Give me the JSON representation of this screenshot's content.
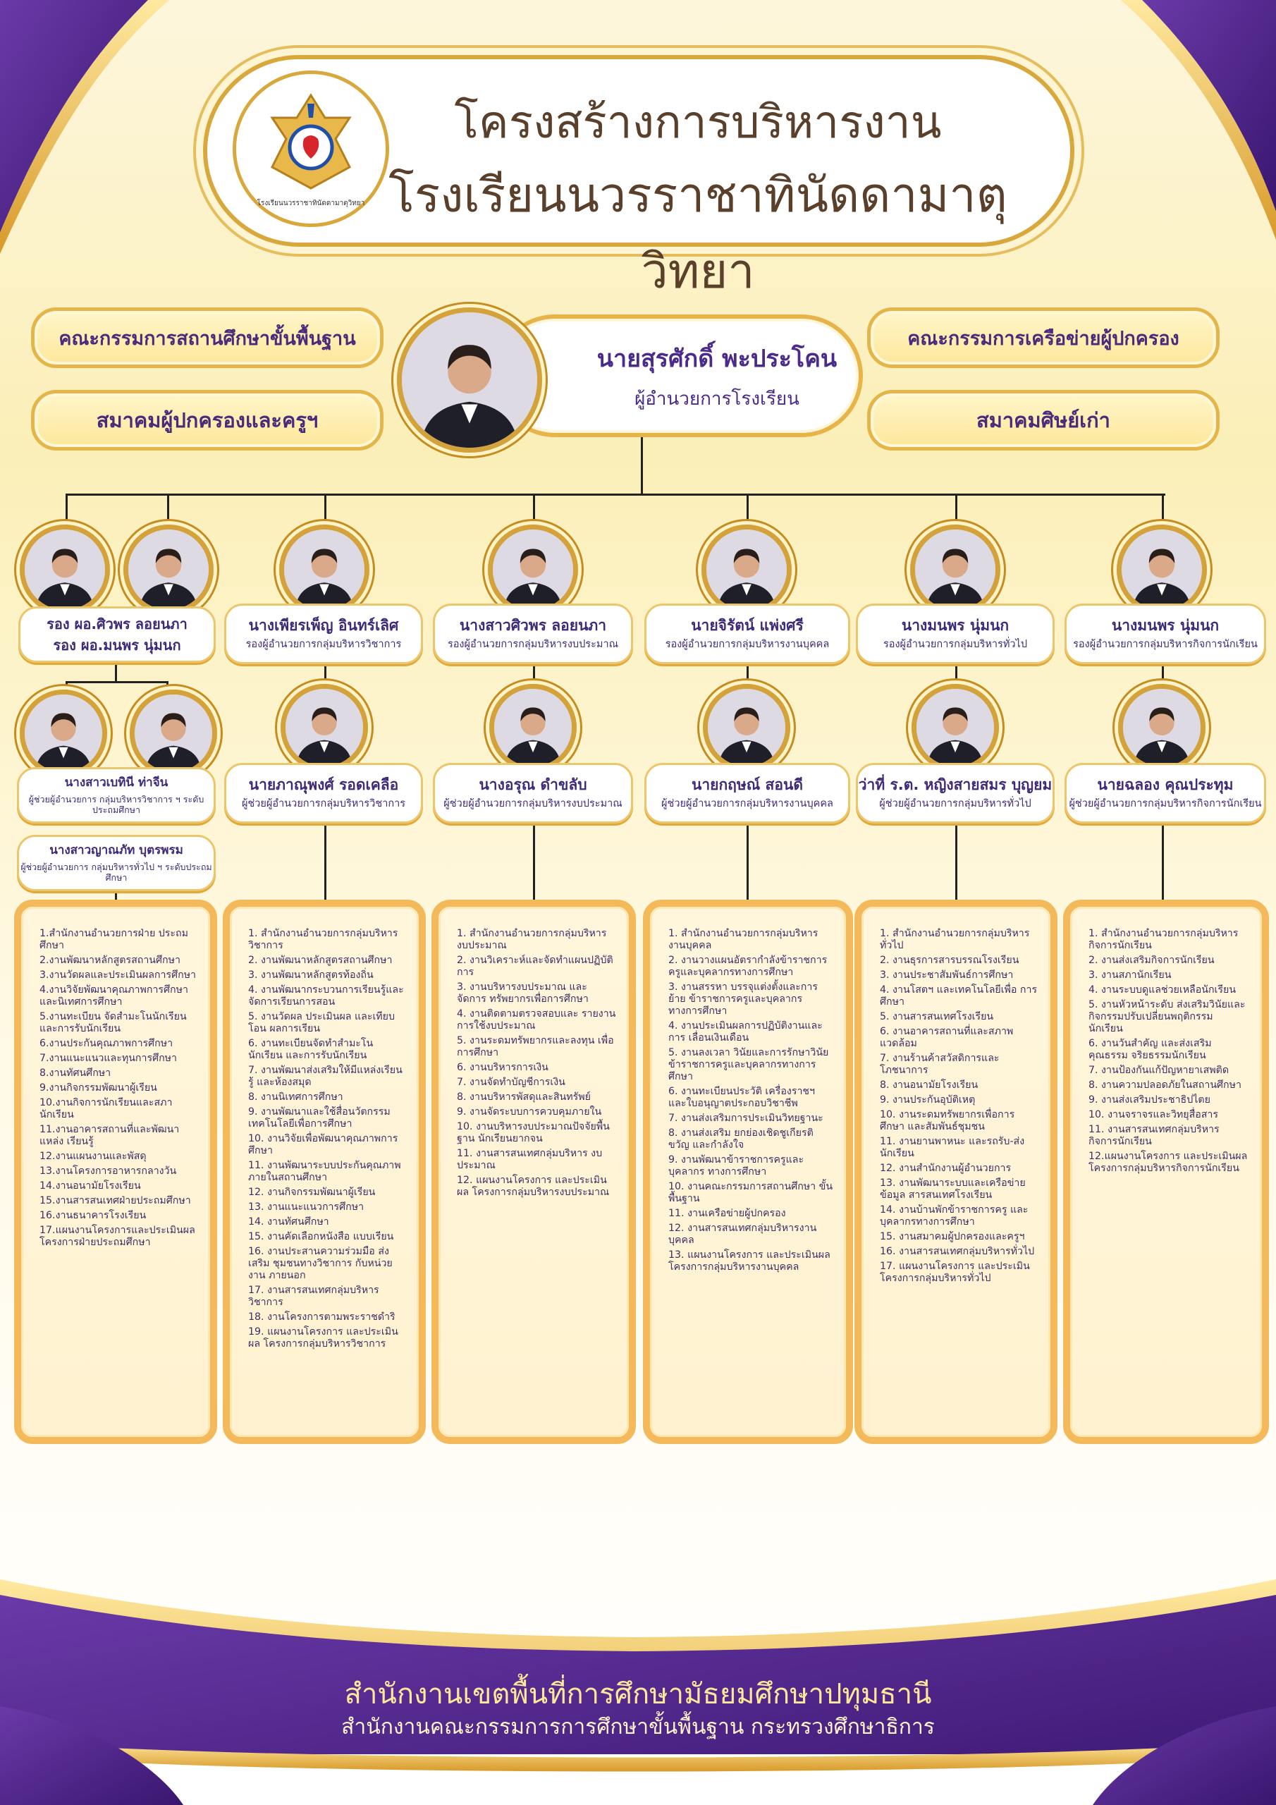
{
  "header": {
    "title_line1": "โครงสร้างการบริหารงาน",
    "title_line2": "โรงเรียนนวรราชาทินัดดามาตุวิทยา",
    "logo_text": "โรงเรียนนวรราชาทินัดดามาตุวิทยา"
  },
  "side_boxes": {
    "top_left": "คณะกรรมการสถานศึกษาขั้นพื้นฐาน",
    "bottom_left": "สมาคมผู้ปกครองและครูฯ",
    "top_right": "คณะกรรมการเครือข่ายผู้ปกครอง",
    "bottom_right": "สมาคมศิษย์เก่า"
  },
  "director": {
    "name": "นายสุรศักดิ์   พะประโคน",
    "role": "ผู้อำนวยการโรงเรียน"
  },
  "deputies": [
    {
      "name1": "รอง ผอ.ศิวพร   ลอยนภา",
      "name2": "รอง ผอ.มนพร   นุ่มนก"
    },
    {
      "name": "นางเพียรเพ็ญ อินทร์เลิศ",
      "role": "รองผู้อำนวยการกลุ่มบริหารวิชาการ"
    },
    {
      "name": "นางสาวศิวพร ลอยนภา",
      "role": "รองผู้อำนวยการกลุ่มบริหารงบประมาณ"
    },
    {
      "name": "นายจิรัตน์   แพ่งศรี",
      "role": "รองผู้อำนวยการกลุ่มบริหารงานบุคคล"
    },
    {
      "name": "นางมนพร   นุ่มนก",
      "role": "รองผู้อำนวยการกลุ่มบริหารทั่วไป"
    },
    {
      "name": "นางมนพร   นุ่มนก",
      "role": "รองผู้อำนวยการกลุ่มบริหารกิจการนักเรียน"
    }
  ],
  "assistants": [
    {
      "name": "นางสาวเบทินี ท่าจีน",
      "role": "ผู้ช่วยผู้อำนวยการ กลุ่มบริหารวิชาการ ฯ ระดับประถมศึกษา"
    },
    {
      "name": "นางสาวญาณภัท   บุตรพรม",
      "role": "ผู้ช่วยผู้อำนวยการ กลุ่มบริหารทั่วไป ฯ ระดับประถมศึกษา"
    },
    {
      "name": "นายภาณุพงศ์ รอดเคลือ",
      "role": "ผู้ช่วยผู้อำนวยการกลุ่มบริหารวิชาการ"
    },
    {
      "name": "นางอรุณ ดำขลับ",
      "role": "ผู้ช่วยผู้อำนวยการกลุ่มบริหารงบประมาณ"
    },
    {
      "name": "นายกฤษณ์   สอนดี",
      "role": "ผู้ช่วยผู้อำนวยการกลุ่มบริหารงานบุคคล"
    },
    {
      "name": "ว่าที่ ร.ต. หญิงสายสมร บุญยม",
      "role": "ผู้ช่วยผู้อำนวยการกลุ่มบริหารทั่วไป"
    },
    {
      "name": "นายฉลอง  คุณประทุม",
      "role": "ผู้ช่วยผู้อำนวยการกลุ่มบริหารกิจการนักเรียน"
    }
  ],
  "duties": [
    [
      "1.สำนักงานอำนวยการฝ่าย ประถมศึกษา",
      "2.งานพัฒนาหลักสูตรสถานศึกษา",
      "3.งานวัดผลและประเมินผลการศึกษา",
      "4.งานวิจัยพัฒนาคุณภาพการศึกษา และนิเทศการศึกษา",
      "5.งานทะเบียน จัดสำมะโนนักเรียน และการรับนักเรียน",
      "6.งานประกันคุณภาพการศึกษา",
      "7.งานแนะแนวและทุนการศึกษา",
      "8.งานทัศนศึกษา",
      "9.งานกิจกรรมพัฒนาผู้เรียน",
      "10.งานกิจการนักเรียนและสภา นักเรียน",
      "11.งานอาคารสถานที่และพัฒนาแหล่ง เรียนรู้",
      "12.งานแผนงานและพัสดุ",
      "13.งานโครงการอาหารกลางวัน",
      "14.งานอนามัยโรงเรียน",
      "15.งานสารสนเทศฝ่ายประถมศึกษา",
      "16.งานธนาคารโรงเรียน",
      "17.แผนงานโครงการและประเมินผล โครงการฝ่ายประถมศึกษา"
    ],
    [
      "1. สำนักงานอำนวยการกลุ่มบริหาร วิชาการ",
      "2. งานพัฒนาหลักสูตรสถานศึกษา",
      "3. งานพัฒนาหลักสูตรท้องถิ่น",
      "4. งานพัฒนากระบวนการเรียนรู้และ จัดการเรียนการสอน",
      "5. งานวัดผล ประเมินผล และเทียบโอน ผลการเรียน",
      "6. งานทะเบียนจัดทำสำมะโนนักเรียน และการรับนักเรียน",
      "7. งานพัฒนาส่งเสริมให้มีแหล่งเรียนรู้ และห้องสมุด",
      "8. งานนิเทศการศึกษา",
      "9. งานพัฒนาและใช้สื่อนวัตกรรม เทคโนโลยีเพื่อการศึกษา",
      "10. งานวิจัยเพื่อพัฒนาคุณภาพการศึกษา",
      "11. งานพัฒนาระบบประกันคุณภาพ ภายในสถานศึกษา",
      "12. งานกิจกรรมพัฒนาผู้เรียน",
      "13. งานแนะแนวการศึกษา",
      "14. งานทัศนศึกษา",
      "15. งานคัดเลือกหนังสือ แบบเรียน",
      "16. งานประสานความร่วมมือ ส่งเสริม ชุมชนทางวิชาการ กับหน่วยงาน ภายนอก",
      "17. งานสารสนเทศกลุ่มบริหารวิชาการ",
      "18. งานโครงการตามพระราชดำริ",
      "19. แผนงานโครงการ และประเมินผล โครงการกลุ่มบริหารวิชาการ"
    ],
    [
      "1. สำนักงานอำนวยการกลุ่มบริหาร งบประมาณ",
      "2. งานวิเคราะห์และจัดทำแผนปฏิบัติการ",
      "3. งานบริหารงบประมาณ และจัดการ ทรัพยากรเพื่อการศึกษา",
      "4. งานติดตามตรวจสอบและ รายงานการใช้งบประมาณ",
      "5. งานระดมทรัพยากรและลงทุน เพื่อการศึกษา",
      "6. งานบริหารการเงิน",
      "7. งานจัดทำบัญชีการเงิน",
      "8. งานบริหารพัสดุและสินทรัพย์",
      "9. งานจัดระบบการควบคุมภายใน",
      "10. งานบริหารงบประมาณปัจจัยพื้นฐาน นักเรียนยากจน",
      "11. งานสารสนเทศกลุ่มบริหาร งบประมาณ",
      "12. แผนงานโครงการ และประเมินผล โครงการกลุ่มบริหารงบประมาณ"
    ],
    [
      "1. สำนักงานอำนวยการกลุ่มบริหาร งานบุคคล",
      "2. งานวางแผนอัตรากำลังข้าราชการ ครูและบุคลากรทางการศึกษา",
      "3. งานสรรหา บรรจุแต่งตั้งและการย้าย ข้าราชการครูและบุคลากรทางการศึกษา",
      "4. งานประเมินผลการปฏิบัติงานและการ เลื่อนเงินเดือน",
      "5. งานลงเวลา วินัยและการรักษาวินัย ข้าราชการครูและบุคลากรทางการศึกษา",
      "6. งานทะเบียนประวัติ เครื่องราชฯ และใบอนุญาตประกอบวิชาชีพ",
      "7. งานส่งเสริมการประเมินวิทยฐานะ",
      "8. งานส่งเสริม ยกย่องเชิดชูเกียรติ ขวัญ และกำลังใจ",
      "9. งานพัฒนาข้าราชการครูและบุคลากร ทางการศึกษา",
      "10. งานคณะกรรมการสถานศึกษา ขั้นพื้นฐาน",
      "11. งานเครือข่ายผู้ปกครอง",
      "12. งานสารสนเทศกลุ่มบริหารงานบุคคล",
      "13. แผนงานโครงการ และประเมินผล โครงการกลุ่มบริหารงานบุคคล"
    ],
    [
      "1. สำนักงานอำนวยการกลุ่มบริหารทั่วไป",
      "2. งานธุรการสารบรรณโรงเรียน",
      "3. งานประชาสัมพันธ์การศึกษา",
      "4. งานโสตฯ และเทคโนโลยีเพื่อ การศึกษา",
      "5. งานสารสนเทศโรงเรียน",
      "6. งานอาคารสถานที่และสภาพแวดล้อม",
      "7. งานร้านค้าสวัสดิการและโภชนาการ",
      "8. งานอนามัยโรงเรียน",
      "9. งานประกันอุบัติเหตุ",
      "10. งานระดมทรัพยากรเพื่อการศึกษา และสัมพันธ์ชุมชน",
      "11. งานยานพาหนะ และรถรับ-ส่ง นักเรียน",
      "12. งานสำนักงานผู้อำนวยการ",
      "13. งานพัฒนาระบบและเครือข่ายข้อมูล สารสนเทศโรงเรียน",
      "14. งานบ้านพักข้าราชการครู และบุคลากรทางการศึกษา",
      "15. งานสมาคมผู้ปกครองและครูฯ",
      "16. งานสารสนเทศกลุ่มบริหารทั่วไป",
      "17. แผนงานโครงการ และประเมิน โครงการกลุ่มบริหารทั่วไป"
    ],
    [
      "1. สำนักงานอำนวยการกลุ่มบริหาร กิจการนักเรียน",
      "2. งานส่งเสริมกิจการนักเรียน",
      "3. งานสภานักเรียน",
      "4. งานระบบดูแลช่วยเหลือนักเรียน",
      "5. งานหัวหน้าระดับ ส่งเสริมวินัยและ กิจกรรมปรับเปลี่ยนพฤติกรรม นักเรียน",
      "6. งานวันสำคัญ และส่งเสริม คุณธรรม จริยธรรมนักเรียน",
      "7. งานป้องกันแก้ปัญหายาเสพติด",
      "8. งานความปลอดภัยในสถานศึกษา",
      "9. งานส่งเสริมประชาธิปไตย",
      "10. งานจราจรและวิทยุสื่อสาร",
      "11. งานสารสนเทศกลุ่มบริหาร กิจการนักเรียน",
      "12.แผนงานโครงการ และประเมินผล โครงการกลุ่มบริหารกิจการนักเรียน"
    ]
  ],
  "footer": {
    "line1": "สำนักงานเขตพื้นที่การศึกษามัธยมศึกษาปทุมธานี",
    "line2": "สำนักงานคณะกรรมการการศึกษาขั้นพื้นฐาน กระทรวงศึกษาธิการ"
  },
  "colors": {
    "purple": "#4b2283",
    "gold": "#d9a83c",
    "text": "#3f2a78"
  }
}
